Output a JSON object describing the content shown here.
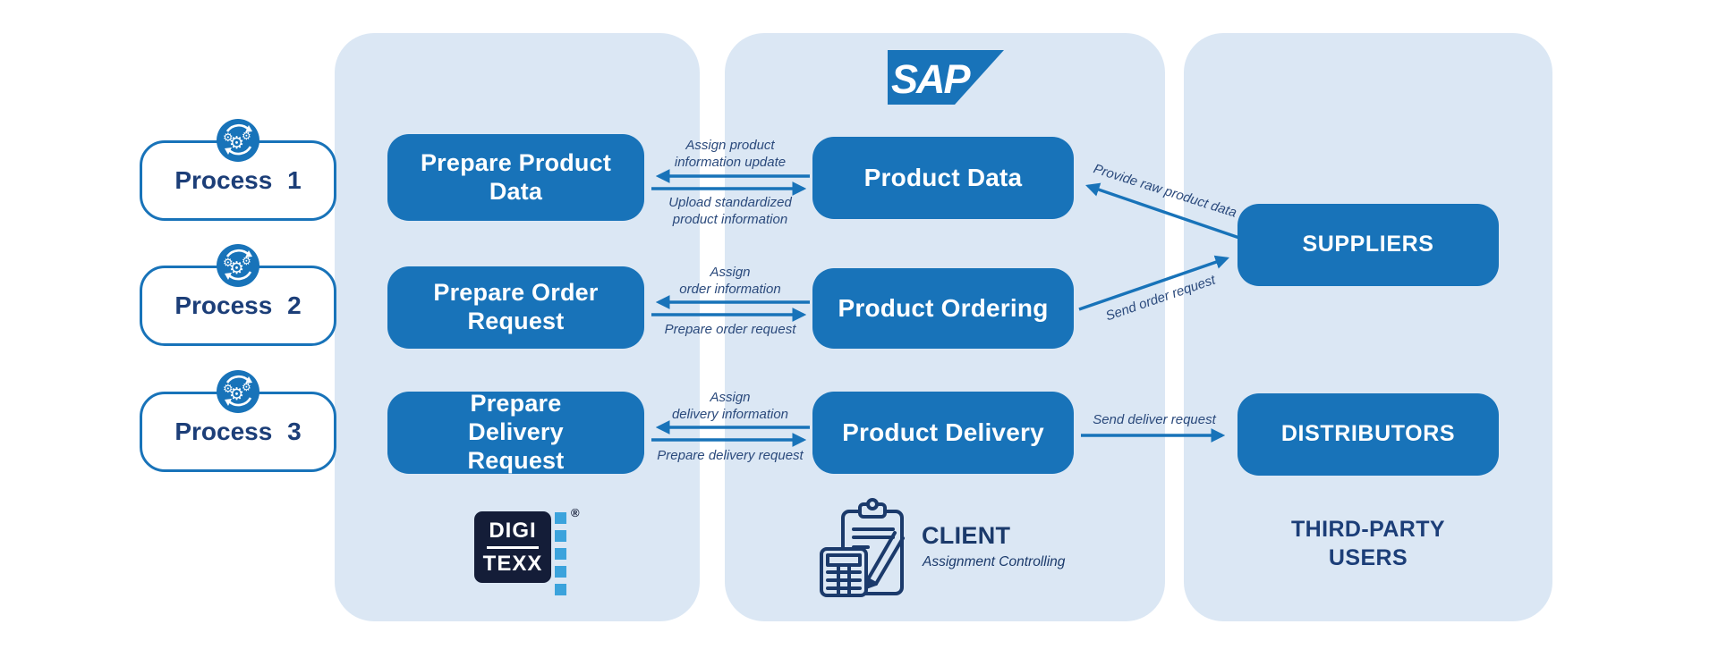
{
  "colors": {
    "accent_blue": "#1873b9",
    "panel_blue": "#dbe7f4",
    "navy_text": "#1c3e78",
    "arrow_label_navy": "#2b4a7c",
    "digitexx_navy": "#141d38",
    "digitexx_light_blue": "#3ba3dc",
    "white": "#ffffff"
  },
  "processes": [
    {
      "label": "Process 1"
    },
    {
      "label": "Process 2"
    },
    {
      "label": "Process 3"
    }
  ],
  "left_column": {
    "boxes": [
      {
        "label": "Prepare Product Data"
      },
      {
        "label": "Prepare Order Request"
      },
      {
        "label": "Prepare Delivery Request"
      }
    ],
    "logo": {
      "top": "DIGI",
      "bottom": "TEXX",
      "reg": "®"
    }
  },
  "middle_column": {
    "sap_logo": "SAP",
    "boxes": [
      {
        "label": "Product Data"
      },
      {
        "label": "Product Ordering"
      },
      {
        "label": "Product Delivery"
      }
    ],
    "client": {
      "title": "CLIENT",
      "subtitle": "Assignment Controlling"
    }
  },
  "right_column": {
    "boxes": [
      {
        "label": "SUPPLIERS"
      },
      {
        "label": "DISTRIBUTORS"
      }
    ],
    "footer": "THIRD-PARTY\nUSERS"
  },
  "arrow_labels": {
    "row1_top": "Assign product\ninformation update",
    "row1_bottom": "Upload standardized\nproduct information",
    "row2_top": "Assign\norder information",
    "row2_bottom": "Prepare order request",
    "row3_top": "Assign\ndelivery information",
    "row3_bottom": "Prepare delivery request",
    "supplier_in": "Provide raw product data",
    "supplier_out": "Send order request",
    "distributor_out": "Send deliver request"
  }
}
